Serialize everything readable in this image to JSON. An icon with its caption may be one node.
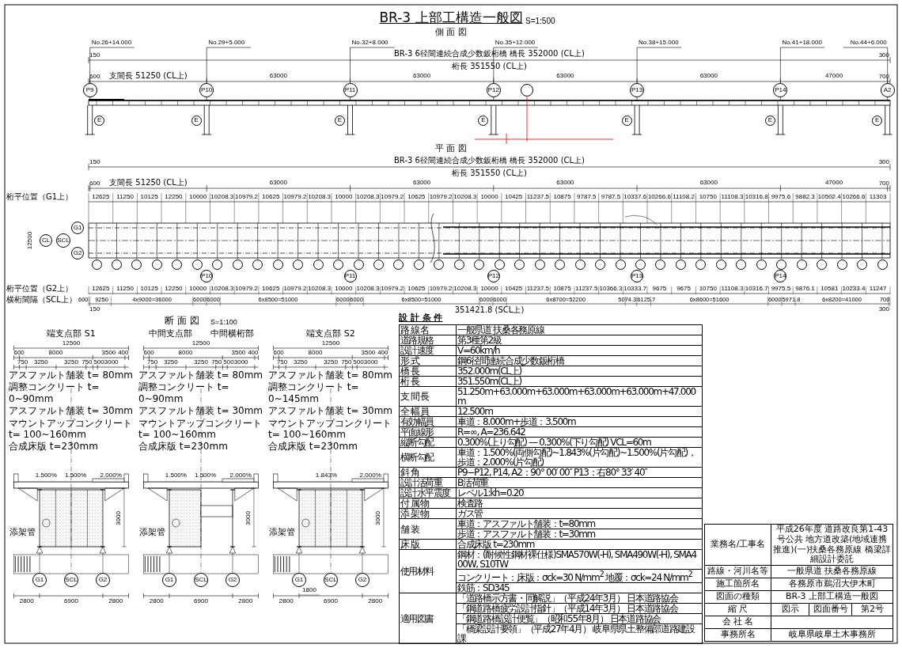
{
  "diagram": {
    "title": "BR-3 上部工構造一般図",
    "nodes": [
      {
        "text": [
          "P9"
        ]
      },
      {
        "text": [
          "P10"
        ]
      },
      {
        "text": [
          "P11"
        ]
      },
      {
        "text": [
          "P12"
        ]
      },
      {
        "text": [
          "P13"
        ]
      },
      {
        "text": [
          "P14"
        ]
      },
      {
        "text": [
          "A2"
        ]
      },
      {
        "text": [
          "E"
        ]
      },
      {
        "text": [
          "E"
        ]
      },
      {
        "text": [
          "E"
        ]
      },
      {
        "text": [
          "E"
        ]
      },
      {
        "text": [
          "E"
        ]
      },
      {
        "text": [
          "E"
        ]
      },
      {
        "text": [
          "E"
        ]
      },
      {
        "text": [],
        "shape": "circle"
      },
      {
        "text": [
          "CL"
        ]
      },
      {
        "text": [
          "G1"
        ]
      },
      {
        "text": [
          "SCL"
        ]
      },
      {
        "text": [
          "G2"
        ]
      },
      {
        "text": [],
        "shape": "circle"
      },
      {
        "text": [],
        "shape": "circle"
      },
      {
        "text": [],
        "shape": "circle"
      },
      {
        "text": [],
        "shape": "circle"
      },
      {
        "text": [],
        "shape": "circle"
      },
      {
        "text": [],
        "shape": "circle"
      },
      {
        "text": [],
        "shape": "circle"
      },
      {
        "text": [],
        "shape": "circle"
      },
      {
        "text": [],
        "shape": "circle"
      },
      {
        "text": [],
        "shape": "circle"
      },
      {
        "text": [],
        "shape": "circle"
      },
      {
        "text": [],
        "shape": "circle"
      },
      {
        "text": [],
        "shape": "circle"
      },
      {
        "text": [],
        "shape": "circle"
      },
      {
        "text": [],
        "shape": "circle"
      },
      {
        "text": [],
        "shape": "circle"
      },
      {
        "text": [],
        "shape": "circle"
      },
      {
        "text": [],
        "shape": "circle"
      },
      {
        "text": [],
        "shape": "circle"
      },
      {
        "text": [],
        "shape": "circle"
      },
      {
        "text": [],
        "shape": "circle"
      },
      {
        "text": [],
        "shape": "circle"
      },
      {
        "text": [],
        "shape": "circle"
      },
      {
        "text": [],
        "shape": "circle"
      },
      {
        "text": [],
        "shape": "circle"
      },
      {
        "text": [],
        "shape": "circle"
      },
      {
        "text": [],
        "shape": "circle"
      },
      {
        "text": [],
        "shape": "circle"
      },
      {
        "text": [],
        "shape": "circle"
      },
      {
        "text": [],
        "shape": "circle"
      },
      {
        "text": [],
        "shape": "circle"
      },
      {
        "text": [],
        "shape": "circle"
      },
      {
        "text": [],
        "shape": "circle"
      },
      {
        "text": [],
        "shape": "circle"
      },
      {
        "text": [],
        "shape": "circle"
      },
      {
        "text": [],
        "shape": "circle"
      },
      {
        "text": [],
        "shape": "circle"
      },
      {
        "text": [],
        "shape": "circle"
      },
      {
        "text": [],
        "shape": "circle"
      },
      {
        "text": [],
        "shape": "circle"
      },
      {
        "text": [
          "P10"
        ]
      },
      {
        "text": [
          "P11"
        ]
      },
      {
        "text": [
          "P12"
        ]
      },
      {
        "text": [
          "P13"
        ]
      },
      {
        "text": [
          "P14"
        ]
      },
      {
        "text": [
          "G1"
        ]
      },
      {
        "text": [
          "SCL"
        ]
      },
      {
        "text": [
          "G2"
        ]
      },
      {
        "text": [
          "G1"
        ]
      },
      {
        "text": [
          "SCL"
        ]
      },
      {
        "text": [
          "G2"
        ]
      },
      {
        "text": [
          "G1"
        ]
      },
      {
        "text": [
          "SCL"
        ]
      },
      {
        "text": [
          "G2"
        ]
      }
    ],
    "labels": [
      "S=1:500",
      "側 面 図",
      "No.26+14.000",
      "No.29+5.000",
      "No.32+8.000",
      "No.35+12.000",
      "No.38+15.000",
      "No.41+18.000",
      "No.44+6.000",
      "BR-3 6径間連続合成少数鈑桁橋 橋長 352000 (CL上)",
      "150",
      "300",
      "桁長 351550 (CL上)",
      "600",
      "700",
      "支間長 51250 (CL上)",
      "63000",
      "63000",
      "63000",
      "63000",
      "47000",
      "平 面 図",
      "BR-3 6径間連続合成少数鈑桁橋 橋長 352000 (CL上)",
      "150",
      "300",
      "桁長 351550 (CL上)",
      "600",
      "700",
      "支間長 51250 (CL上)",
      "63000",
      "63000",
      "63000",
      "63000",
      "47000",
      "桁平位置（G1上）",
      "12625",
      "11250",
      "10125",
      "12250",
      "10000",
      "10208.3",
      "10979.2",
      "10625",
      "10979.2",
      "10208.3",
      "10000",
      "10208.3",
      "10979.2",
      "10625",
      "10979.2",
      "10208.3",
      "10000",
      "10425",
      "11237.5",
      "10875",
      "9787.5",
      "9787.5",
      "10337.6",
      "10266.6",
      "11108.2",
      "10750",
      "11108.3",
      "10316.8",
      "9975.6",
      "9882.3",
      "10502.4",
      "10266.6",
      "11303",
      "12500",
      "桁平位置（G2上）",
      "12625",
      "11250",
      "10125",
      "12250",
      "10000",
      "10208.3",
      "10979.2",
      "10625",
      "10979.2",
      "10208.3",
      "10000",
      "10208.3",
      "10979.2",
      "10625",
      "10979.2",
      "10208.3",
      "10000",
      "10425",
      "11237.5",
      "10875",
      "11237.5",
      "10366.3",
      "10333.7",
      "9675",
      "9675",
      "10750",
      "11108.3",
      "10316.7",
      "9975.5",
      "9876.1",
      "10581",
      "10233.4",
      "11247",
      "横桁間隔（SCL上）",
      "600",
      "9250",
      "4x9000=36000",
      "6000",
      "6000",
      "6x8500=51000",
      "6000",
      "6000",
      "6x8500=51000",
      "6000",
      "6000",
      "6x8700=52200",
      "5074.3",
      "6125.7",
      "6x8600=51600",
      "6000",
      "5971.8",
      "6x8200=41000",
      "700",
      "351421.8 (SCL上)",
      "150",
      "300",
      "断 面 図",
      "S=1:100",
      "端支点部 S1",
      "12500",
      "600",
      "8000",
      "3500",
      "400",
      "750",
      "3250",
      "3250",
      "750",
      "500",
      "3000",
      "アスファルト舗装 t= 80mm",
      "調整コンクリート t= 0~90mm",
      "アスファルト舗装 t= 30mm",
      "マウントアップコンクリート t= 100~160mm",
      "合成床版 t=230mm",
      "1.500%",
      "1.500%",
      "2.000%",
      "3000",
      "添架管",
      "2800",
      "6900",
      "2800",
      "中間支点部",
      "中間横桁部",
      "12500",
      "600",
      "8000",
      "3500",
      "400",
      "750",
      "3250",
      "3250",
      "750",
      "500",
      "3000",
      "アスファルト舗装 t= 80mm",
      "調整コンクリート t= 0~90mm",
      "アスファルト舗装 t= 30mm",
      "マウントアップコンクリート t= 100~160mm",
      "合成床版 t=230mm",
      "1.500%",
      "1.500%",
      "2.000%",
      "3000",
      "添架管",
      "2800",
      "6900",
      "2800",
      "端支点部 S2",
      "12500",
      "600",
      "8000",
      "3500",
      "400",
      "750",
      "3250",
      "3250",
      "750",
      "500",
      "3000",
      "アスファルト舗装 t= 80mm",
      "調整コンクリート t= 0~145mm",
      "アスファルト舗装 t= 30mm",
      "マウントアップコンクリート t= 100~160mm",
      "合成床版 t=230mm",
      "1.843%",
      "2.000%",
      "3000",
      "添架管",
      "1800",
      "2800",
      "6900",
      "2800",
      "設 計 条 件",
      "路 線 名",
      "一般県道 扶桑各務原線",
      "道路規格",
      "第3種第2級",
      "設計速度",
      "V=60km/h",
      "形 式",
      "鋼6径間連続合成少数鈑桁橋",
      "橋 長",
      "352.000m(CL上)",
      "桁 長",
      "351.550m(CL上)",
      "支 間 長",
      "51.250m+63.000m+63.000m+63.000m+63.000m+47.000m",
      "全 幅 員",
      "12.500m",
      "有効幅員",
      "車道：8.000m+歩道：3.500m",
      "平面線形",
      "R=∞, A=236.642",
      "縦断勾配",
      "0.300%(上り勾配) — 0.300%(下り勾配) VCL=60m",
      "横断勾配",
      "車道：1.500%(両側勾配)~1.843%(片勾配)~1.500%(片勾配)，歩道：2.000%(片勾配)",
      "斜 角",
      "P9−P12, P14, A2：90° 00′ 00″ P13：右80° 33′ 40″",
      "設計活荷重",
      "B活荷重",
      "設計水平震度",
      "レベル1:kh=0.20",
      "付 属 物",
      "検査路",
      "添 架 物",
      "ガス管",
      "舗 装",
      "車道：アスファルト舗装：t=80mm",
      "歩道：アスファルト舗装：t=30mm",
      "床 版",
      "合成床版 t=230mm",
      "使用材料",
      "鋼材：(耐候性鋼材裸仕様)SMA570W(-H), SMA490W(-H), SMA400W, S10TW",
      "コンクリート：床版：σck=30 N/mm$^{2}$ 地覆：σck=24 N/mm$^{2}$",
      "鉄筋：SD345",
      "適用図書",
      "「道路橋示方書・同解説」（平成24年3月） 日本道路協会",
      "「鋼道路橋疲労設計指針」（平成14年3月） 日本道路協会",
      "「鋼道路橋設計便覧」（昭和55年8月） 日本道路協会",
      "「橋梁設計要領」（平成27年4月） 岐阜県県土整備部道路建設課",
      "業務名/工事名",
      "平成26年度 道路改良第1-43号公共 地方道改築(地域連携推進)(一)扶桑各務原線 橋梁詳細設計委託",
      "路線・河川名等",
      "一般県道 扶桑各務原線",
      "施工箇所名",
      "各務原市鵜沼大伊木町",
      "図面の種類",
      "BR-3 上部工構造一般図",
      "縮 尺",
      "図示",
      "図面番号",
      "第2号",
      "会 社 名",
      "事務所名",
      "岐阜県岐阜土木事務所"
    ]
  }
}
